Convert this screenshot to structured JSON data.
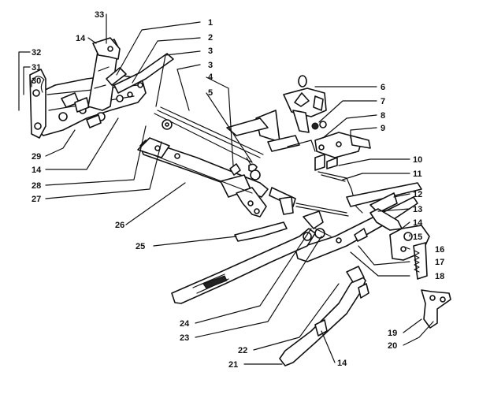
{
  "callouts": [
    {
      "id": "c33",
      "text": "33"
    },
    {
      "id": "c14a",
      "text": "14"
    },
    {
      "id": "c1",
      "text": "1"
    },
    {
      "id": "c2",
      "text": "2"
    },
    {
      "id": "c3a",
      "text": "3"
    },
    {
      "id": "c3b",
      "text": "3"
    },
    {
      "id": "c4",
      "text": "4"
    },
    {
      "id": "c5",
      "text": "5"
    },
    {
      "id": "c32",
      "text": "32"
    },
    {
      "id": "c31",
      "text": "31"
    },
    {
      "id": "c30",
      "text": "30"
    },
    {
      "id": "c6",
      "text": "6"
    },
    {
      "id": "c7",
      "text": "7"
    },
    {
      "id": "c8",
      "text": "8"
    },
    {
      "id": "c9",
      "text": "9"
    },
    {
      "id": "c29",
      "text": "29"
    },
    {
      "id": "c14b",
      "text": "14"
    },
    {
      "id": "c28",
      "text": "28"
    },
    {
      "id": "c27",
      "text": "27"
    },
    {
      "id": "c10",
      "text": "10"
    },
    {
      "id": "c11",
      "text": "11"
    },
    {
      "id": "c12",
      "text": "12"
    },
    {
      "id": "c26",
      "text": "26"
    },
    {
      "id": "c13",
      "text": "13"
    },
    {
      "id": "c14c",
      "text": "14"
    },
    {
      "id": "c15",
      "text": "15"
    },
    {
      "id": "c25",
      "text": "25"
    },
    {
      "id": "c16",
      "text": "16"
    },
    {
      "id": "c17",
      "text": "17"
    },
    {
      "id": "c18",
      "text": "18"
    },
    {
      "id": "c24",
      "text": "24"
    },
    {
      "id": "c23",
      "text": "23"
    },
    {
      "id": "c19",
      "text": "19"
    },
    {
      "id": "c20",
      "text": "20"
    },
    {
      "id": "c22",
      "text": "22"
    },
    {
      "id": "c21",
      "text": "21"
    },
    {
      "id": "c14d",
      "text": "14"
    }
  ]
}
